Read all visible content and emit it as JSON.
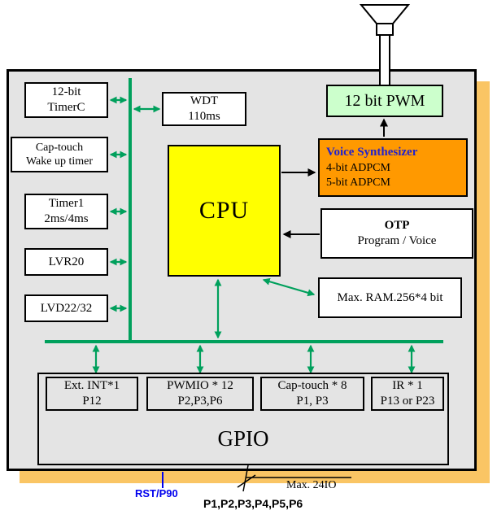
{
  "blocks": {
    "timerc": {
      "line1": "12-bit",
      "line2": "TimerC"
    },
    "captouch_wakeup": {
      "line1": "Cap-touch",
      "line2": "Wake up timer"
    },
    "timer1": {
      "line1": "Timer1",
      "line2": "2ms/4ms"
    },
    "lvr20": {
      "label": "LVR20"
    },
    "lvd22": {
      "label": "LVD22/32"
    },
    "wdt": {
      "line1": "WDT",
      "line2": "110ms"
    },
    "cpu": {
      "label": "CPU"
    },
    "pwm12": {
      "label": "12 bit PWM"
    },
    "voice": {
      "title": "Voice Synthesizer",
      "line1": "4-bit ADPCM",
      "line2": "5-bit ADPCM"
    },
    "otp": {
      "title": "OTP",
      "line1": "Program / Voice"
    },
    "ram": {
      "label": "Max. RAM.256*4 bit"
    },
    "ext_int": {
      "line1": "Ext. INT*1",
      "line2": "P12"
    },
    "pwmio": {
      "line1": "PWMIO * 12",
      "line2": "P2,P3,P6"
    },
    "captouch_io": {
      "line1": "Cap-touch * 8",
      "line2": "P1, P3"
    },
    "ir": {
      "line1": "IR * 1",
      "line2": "P13 or P23"
    },
    "gpio": {
      "label": "GPIO"
    }
  },
  "annotations": {
    "reset": "RST/P90",
    "ports": "P1,P2,P3,P4,P5,P6",
    "max_io": "Max. 24IO"
  },
  "icons": {
    "top": "speaker-icon"
  },
  "colors": {
    "bus_green": "#00A05C",
    "cpu_yellow": "#FFFF00",
    "pwm_green": "#CCFFCC",
    "voice_orange": "#FF9900",
    "voice_title": "#2222CC",
    "shadow": "#FAC564",
    "panel_gray": "#E4E4E4",
    "reset_blue": "#0000EE"
  }
}
